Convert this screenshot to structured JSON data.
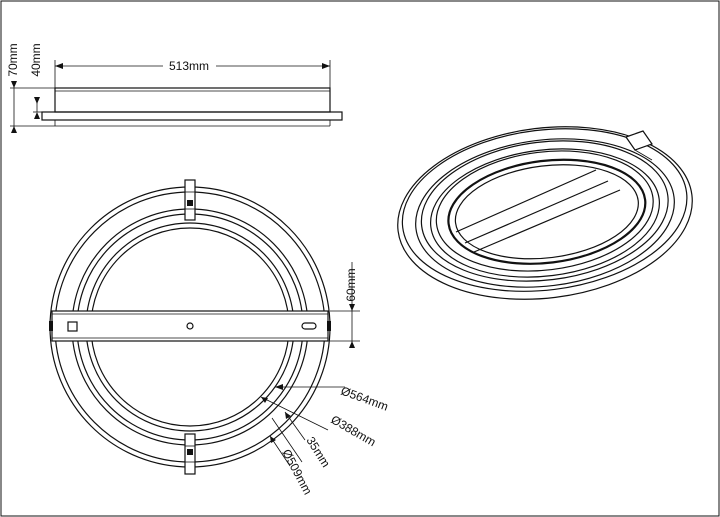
{
  "drawing": {
    "dimensions": {
      "width": "513mm",
      "height_total": "70mm",
      "height_body": "40mm",
      "bar_width": "60mm",
      "outer_diameter": "Ø564mm",
      "inner_diameter": "Ø388mm",
      "ring_width": "35mm",
      "mid_diameter": "Ø509mm"
    }
  }
}
